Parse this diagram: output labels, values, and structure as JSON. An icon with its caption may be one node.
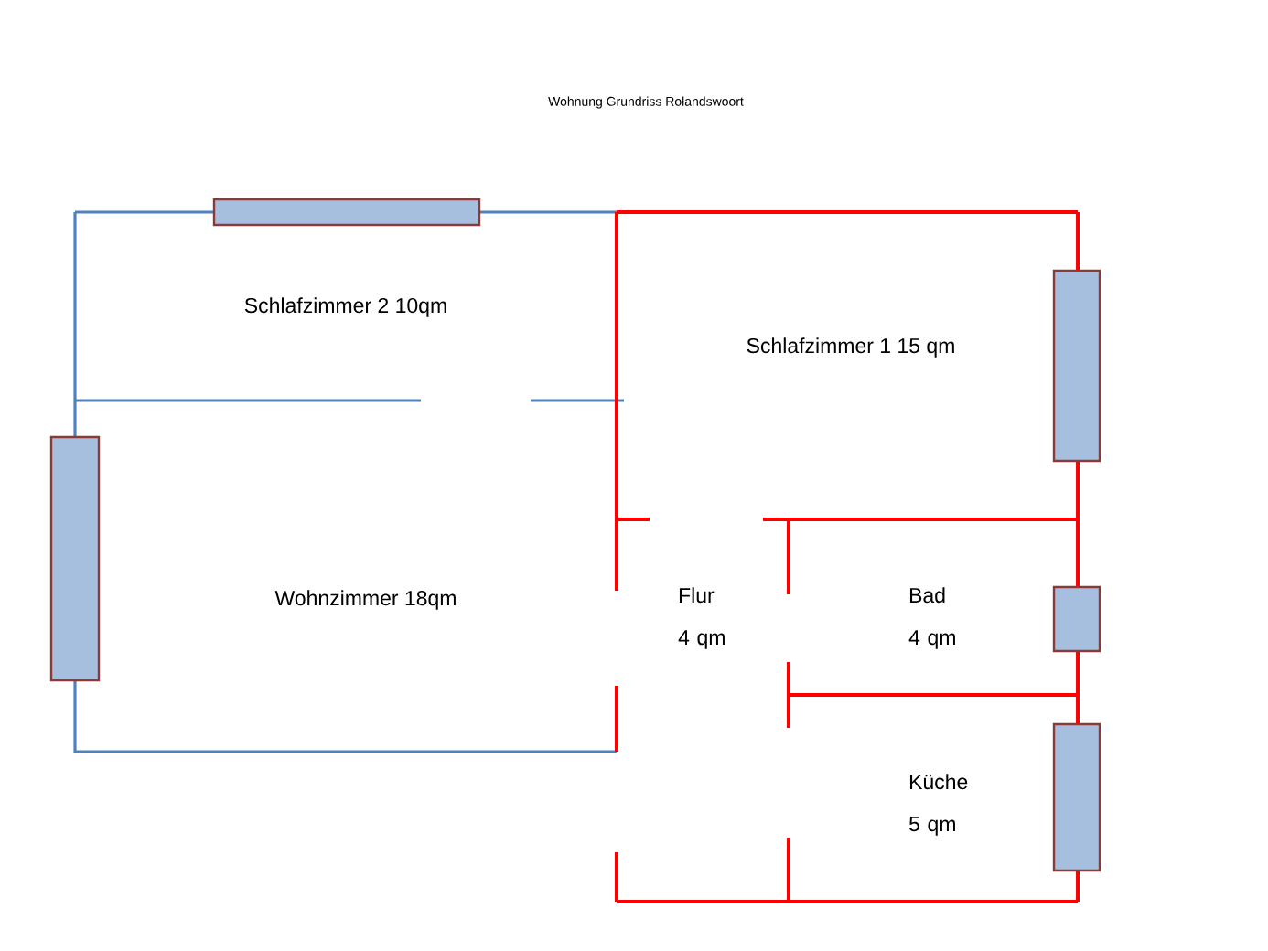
{
  "diagram": {
    "title": "Wohnung Grundriss Rolandswoort",
    "labels": [
      "Schlafzimmer 2 10qm",
      "Schlafzimmer 1 15 qm",
      "Wohnzimmer 18qm",
      "Flur 4 qm",
      "Bad 4 qm",
      "Küche 5 qm"
    ]
  }
}
